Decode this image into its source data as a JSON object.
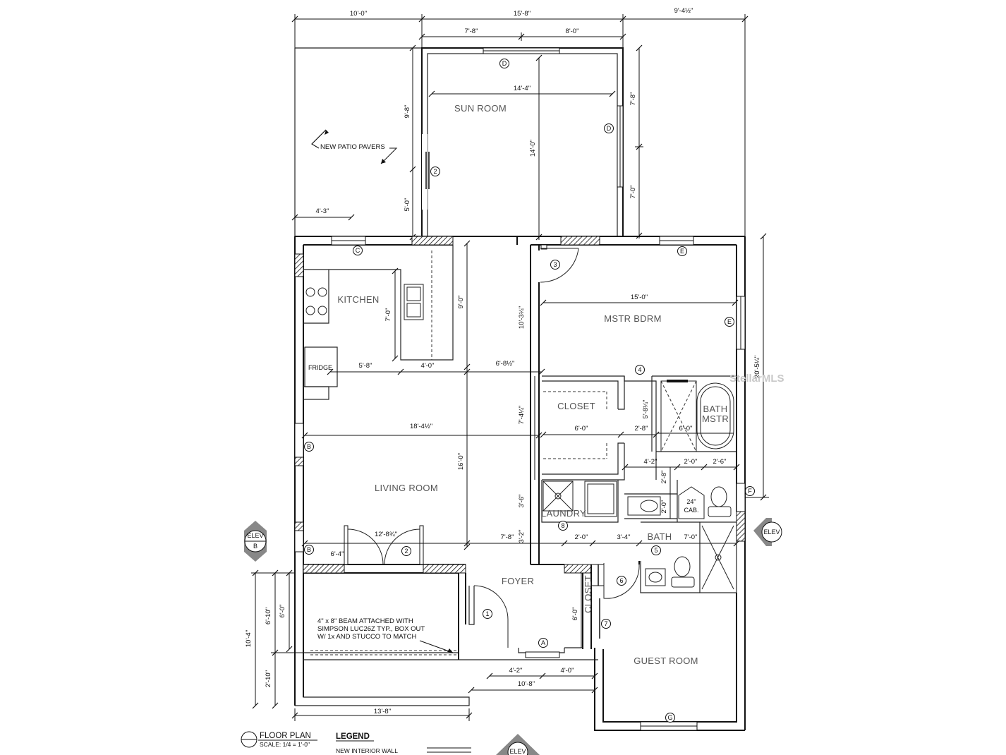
{
  "rooms": {
    "sun_room": "SUN ROOM",
    "kitchen": "KITCHEN",
    "mstr_bdrm": "MSTR BDRM",
    "closet_main": "CLOSET",
    "bath_mstr_1": "BATH",
    "bath_mstr_2": "MSTR",
    "living_room": "LIVING ROOM",
    "laundry": "LAUNDRY",
    "bath": "BATH",
    "foyer": "FOYER",
    "closet_foyer": "CLOSET",
    "guest_room": "GUEST ROOM",
    "fridge": "FRIDGE",
    "cab_1": "24\"",
    "cab_2": "CAB."
  },
  "notes": {
    "patio": "NEW PATIO PAVERS",
    "beam_1": "4\" x 8\" BEAM ATTACHED WITH",
    "beam_2": "SIMPSON LUC26Z TYP., BOX OUT",
    "beam_3": "W/ 1x AND STUCCO TO MATCH"
  },
  "dimensions": {
    "top_1": "10'-0\"",
    "top_2": "15'-8\"",
    "top_3": "9'-4½\"",
    "top_4": "7'-8\"",
    "top_5": "8'-0\"",
    "sun_width": "14'-4\"",
    "sun_depth": "14'-0\"",
    "sun_right_1": "7'-8\"",
    "sun_right_2": "7'-0\"",
    "patio_v1": "9'-8\"",
    "patio_v2": "5'-0\"",
    "patio_h": "4'-3\"",
    "kitchen_v": "7'-0\"",
    "kitchen_right_v": "9'-0\"",
    "kitchen_h1": "5'-8\"",
    "kitchen_h2": "4'-0\"",
    "kitchen_h3": "6'-8½\"",
    "mstr_v": "10'-3¼\"",
    "mstr_h": "15'-0\"",
    "right_total": "20'-5¼\"",
    "closet_v": "7'-4¼\"",
    "closet_h": "6'-0\"",
    "closet_h2": "2'-8\"",
    "bath_v": "5'-8¼\"",
    "bath_h": "6'-0\"",
    "living_h": "18'-4½\"",
    "living_v": "16'-0\"",
    "bath2_h1": "4'-2\"",
    "bath2_h2": "2'-0\"",
    "bath2_h3": "2'-6\"",
    "bath2_v1": "2'-8\"",
    "bath2_v2": "2'-0\"",
    "laundry_v": "3'-6\"",
    "door_h": "12'-8¾\"",
    "living_h2": "6'-4\"",
    "foyer_h1": "7'-8\"",
    "foyer_v": "3'-2\"",
    "foyer_h2": "2'-0\"",
    "foyer_h3": "3'-4\"",
    "bath_h4": "7'-0\"",
    "porch_v1": "10'-4\"",
    "porch_v2": "6'-10\"",
    "porch_v3": "6'-0\"",
    "porch_v4": "2'-10\"",
    "foyer_v2": "6'-0\"",
    "bottom_1": "4'-2\"",
    "bottom_2": "4'-0\"",
    "bottom_3": "10'-8\"",
    "bottom_4": "13'-8\""
  },
  "tags": {
    "d1": "D",
    "d2": "D",
    "c": "C",
    "e1": "E",
    "e2": "E",
    "b1": "B",
    "b2": "B",
    "f": "F",
    "a": "A",
    "g": "G",
    "n1": "1",
    "n2a": "2",
    "n2b": "2",
    "n3": "3",
    "n4": "4",
    "n5": "5",
    "n6": "6",
    "n7": "7",
    "n8": "8"
  },
  "elev": {
    "left_1": "ELEV",
    "left_2": "B",
    "right_1": "ELEV",
    "bottom_1": "ELEV"
  },
  "legend": {
    "title": "FLOOR PLAN",
    "scale": "SCALE: 1/4 = 1'-0\"",
    "legend_title": "LEGEND",
    "new_wall": "NEW INTERIOR WALL"
  },
  "watermark": "StellarMLS"
}
